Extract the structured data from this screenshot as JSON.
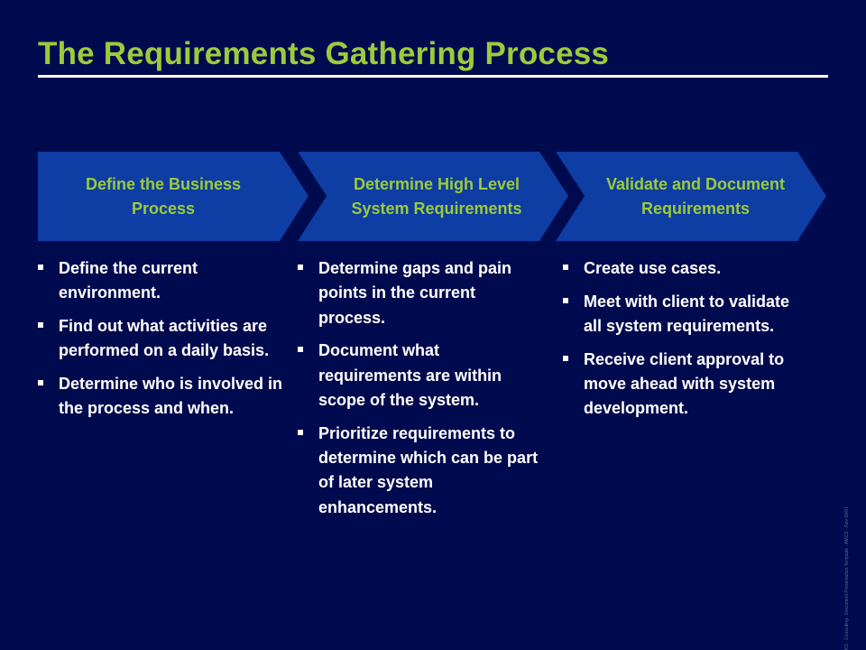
{
  "slide": {
    "title": "The Requirements Gathering Process",
    "footer_text": "KS · Consulting · Document Presentation Template · AMCS · Rev 09/07"
  },
  "colors": {
    "background": "#000A4E",
    "chevron": "#0E3DA3",
    "title": "#9CCB3B",
    "body_text": "#FFFFFF"
  },
  "steps": [
    {
      "label": "Define the Business Process",
      "bullets": [
        "Define the current environment.",
        "Find out what activities are performed on a daily basis.",
        "Determine who is involved in the process and when."
      ]
    },
    {
      "label": "Determine High Level  System Requirements",
      "bullets": [
        "Determine gaps and pain points in the current process.",
        "Document what requirements are within scope of the system.",
        "Prioritize requirements to determine which can be part of later system enhancements."
      ]
    },
    {
      "label": "Validate and Document Requirements",
      "bullets": [
        "Create use cases.",
        "Meet with client to validate all system requirements.",
        "Receive client approval to move ahead with system development."
      ]
    }
  ]
}
